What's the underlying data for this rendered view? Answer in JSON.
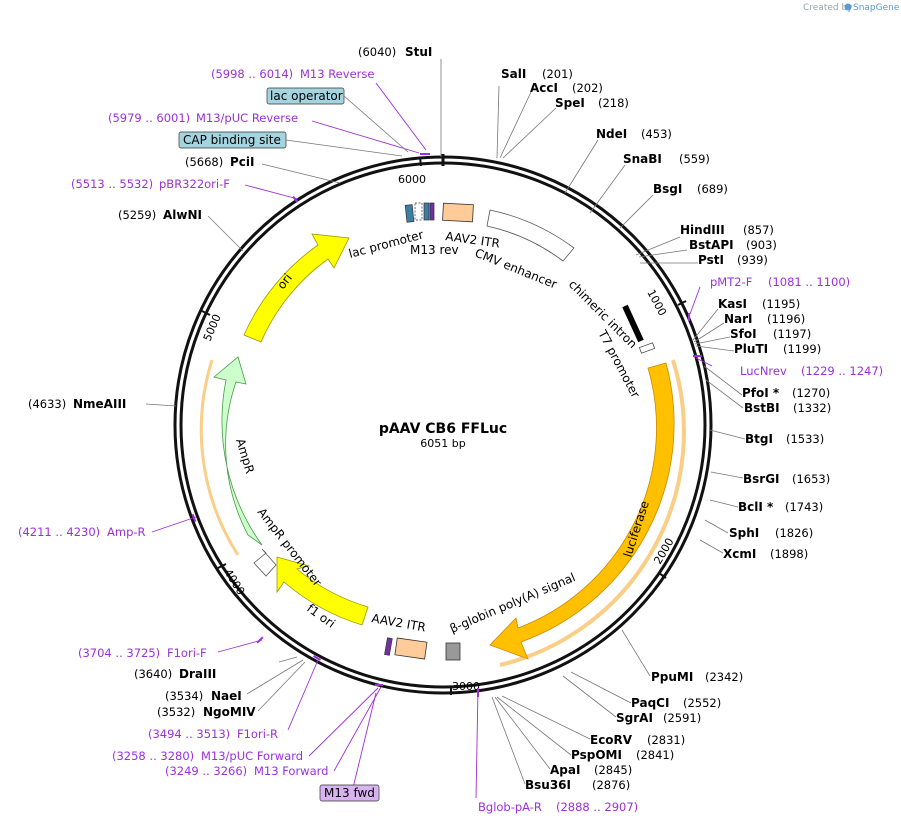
{
  "credit": {
    "prefix": "Created by",
    "brand": "SnapGene"
  },
  "plasmid": {
    "name": "pAAV CB6 FFLuc",
    "size": "6051 bp"
  },
  "ticks": [
    "1000",
    "2000",
    "3000",
    "4000",
    "5000",
    "6000"
  ],
  "sites": [
    {
      "pos": "(6040)",
      "name": "StuI"
    },
    {
      "pos": "(201)",
      "name": "SalI"
    },
    {
      "pos": "(202)",
      "name": "AccI"
    },
    {
      "pos": "(218)",
      "name": "SpeI"
    },
    {
      "pos": "(453)",
      "name": "NdeI"
    },
    {
      "pos": "(559)",
      "name": "SnaBI"
    },
    {
      "pos": "(689)",
      "name": "BsgI"
    },
    {
      "pos": "(857)",
      "name": "HindIII"
    },
    {
      "pos": "(903)",
      "name": "BstAPI"
    },
    {
      "pos": "(939)",
      "name": "PstI"
    },
    {
      "pos": "(1195)",
      "name": "KasI"
    },
    {
      "pos": "(1196)",
      "name": "NarI"
    },
    {
      "pos": "(1197)",
      "name": "SfoI"
    },
    {
      "pos": "(1199)",
      "name": "PluTI"
    },
    {
      "pos": "(1270)",
      "name": "PfoI *"
    },
    {
      "pos": "(1332)",
      "name": "BstBI"
    },
    {
      "pos": "(1533)",
      "name": "BtgI"
    },
    {
      "pos": "(1653)",
      "name": "BsrGI"
    },
    {
      "pos": "(1743)",
      "name": "BclI *"
    },
    {
      "pos": "(1826)",
      "name": "SphI"
    },
    {
      "pos": "(1898)",
      "name": "XcmI"
    },
    {
      "pos": "(2342)",
      "name": "PpuMI"
    },
    {
      "pos": "(2552)",
      "name": "PaqCI"
    },
    {
      "pos": "(2591)",
      "name": "SgrAI"
    },
    {
      "pos": "(2831)",
      "name": "EcoRV"
    },
    {
      "pos": "(2841)",
      "name": "PspOMI"
    },
    {
      "pos": "(2845)",
      "name": "ApaI"
    },
    {
      "pos": "(2876)",
      "name": "Bsu36I"
    },
    {
      "pos": "(3640)",
      "name": "DraIII"
    },
    {
      "pos": "(3534)",
      "name": "NaeI"
    },
    {
      "pos": "(3532)",
      "name": "NgoMIV"
    },
    {
      "pos": "(4633)",
      "name": "NmeAIII"
    },
    {
      "pos": "(5259)",
      "name": "AlwNI"
    },
    {
      "pos": "(5668)",
      "name": "PciI"
    }
  ],
  "primers": [
    {
      "name": "M13 Reverse",
      "range": "(5998 .. 6014)"
    },
    {
      "name": "M13/pUC Reverse",
      "range": "(5979 .. 6001)"
    },
    {
      "name": "pBR322ori-F",
      "range": "(5513 .. 5532)"
    },
    {
      "name": "pMT2-F",
      "range": "(1081 .. 1100)"
    },
    {
      "name": "LucNrev",
      "range": "(1229 .. 1247)"
    },
    {
      "name": "Bglob-pA-R",
      "range": "(2888 .. 2907)"
    },
    {
      "name": "Amp-R",
      "range": "(4211 .. 4230)"
    },
    {
      "name": "F1ori-F",
      "range": "(3704 .. 3725)"
    },
    {
      "name": "F1ori-R",
      "range": "(3494 .. 3513)"
    },
    {
      "name": "M13/pUC Forward",
      "range": "(3258 .. 3280)"
    },
    {
      "name": "M13 Forward",
      "range": "(3249 .. 3266)"
    }
  ],
  "boxed_labels": {
    "lac_operator": "lac operator",
    "cap_binding_site": "CAP binding site",
    "m13_fwd": "M13 fwd"
  },
  "features": {
    "lac_promoter": "lac promoter",
    "m13_rev": "M13 rev",
    "aav2_itr_top": "AAV2 ITR",
    "cmv_enhancer": "CMV enhancer",
    "chimeric_intron": "chimeric intron",
    "t7_promoter": "T7 promoter",
    "luciferase": "luciferase",
    "polyA": "β-globin poly(A) signal",
    "aav2_itr_bottom": "AAV2 ITR",
    "f1_ori": "f1 ori",
    "ampr_promoter": "AmpR promoter",
    "ampr": "AmpR",
    "ori": "ori"
  },
  "colors": {
    "primer": "#9b30d9",
    "luciferase": "#ffc000",
    "ori": "#ffff00",
    "ampr": "#ccffcc",
    "itr": "#ffcc99",
    "boxed_bg": "#a3d4e0",
    "m13fwd_bg": "#d9b3f0"
  }
}
